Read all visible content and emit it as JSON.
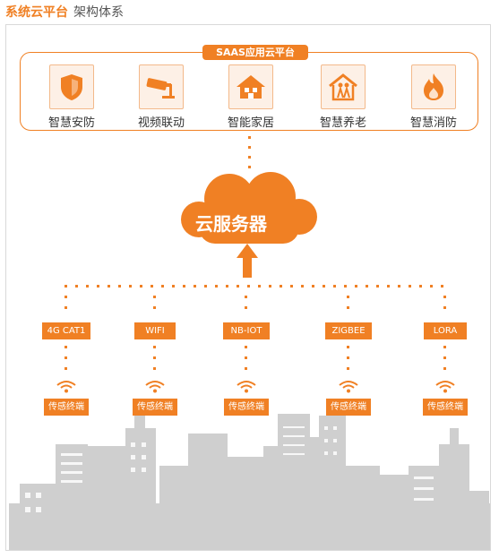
{
  "header": {
    "title_highlight": "系统云平台",
    "title_rest": "架构体系"
  },
  "saas": {
    "label": "SAAS应用云平台",
    "apps": [
      {
        "label": "智慧安防",
        "icon": "shield-icon"
      },
      {
        "label": "视频联动",
        "icon": "camera-icon"
      },
      {
        "label": "智能家居",
        "icon": "house-icon"
      },
      {
        "label": "智慧养老",
        "icon": "elderly-care-icon"
      },
      {
        "label": "智慧消防",
        "icon": "fire-icon"
      }
    ]
  },
  "cloud": {
    "label": "云服务器"
  },
  "protocols": [
    "4G CAT1",
    "WIFI",
    "NB-IOT",
    "ZIGBEE",
    "LORA"
  ],
  "sensors": [
    "传感终端",
    "传感终端",
    "传感终端",
    "传感终端",
    "传感终端"
  ],
  "colors": {
    "accent": "#f08024",
    "city": "#c8c8c8"
  }
}
